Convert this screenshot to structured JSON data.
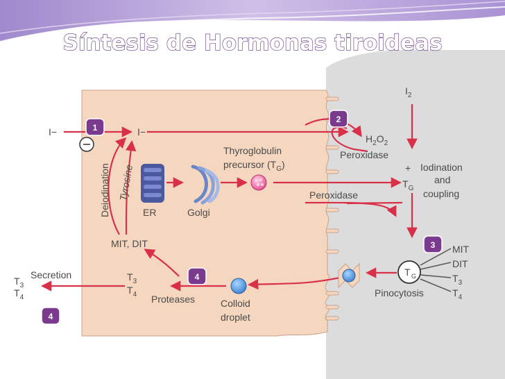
{
  "title": "Síntesis de Hormonas tiroideas",
  "badges": [
    "1",
    "2",
    "3",
    "4",
    "4"
  ],
  "labels": {
    "iodide_in": "I−",
    "iodide_cell": "I−",
    "i2": "I",
    "i2_sub": "2",
    "h2o2_h": "H",
    "h2o2_sub1": "2",
    "h2o2_o": "O",
    "h2o2_sub2": "2",
    "peroxidase_top": "Peroxidase",
    "plus": "+",
    "iodination": "Iodination",
    "and": "and",
    "coupling": "coupling",
    "tg_t": "T",
    "tg_sub": "G",
    "thyroglobulin": "Thyroglobulin",
    "precursor": "precursor (T",
    "precursor_sub": "G",
    "precursor_end": ")",
    "peroxidase_mid": "Peroxidase",
    "er": "ER",
    "golgi": "Golgi",
    "deiodination": "Deiodination",
    "tyrosine": "Tyrosine",
    "mit_dit": "MIT, DIT",
    "secretion": "Secretion",
    "t3_out": "T",
    "t3_out_sub": "3",
    "t4_out": "T",
    "t4_out_sub": "4",
    "t3_in": "T",
    "t3_in_sub": "3",
    "t4_in": "T",
    "t4_in_sub": "4",
    "proteases": "Proteases",
    "colloid": "Colloid",
    "droplet": "droplet",
    "pinocytosis": "Pinocytosis",
    "tg_circle": "T",
    "tg_circle_sub": "G",
    "mit": "MIT",
    "dit": "DIT",
    "t3_right": "T",
    "t3_right_sub": "3",
    "t4_right": "T",
    "t4_right_sub": "4"
  },
  "colors": {
    "cell": "#f5d7c0",
    "cell_edge": "#c9a08a",
    "colloid": "#dcdcdc",
    "arrow": "#d9304a",
    "badge": "#7a3b8f",
    "title_fill": "#ffffff",
    "title_stroke": "#5a2f7a",
    "banner": "#b49ad6"
  }
}
